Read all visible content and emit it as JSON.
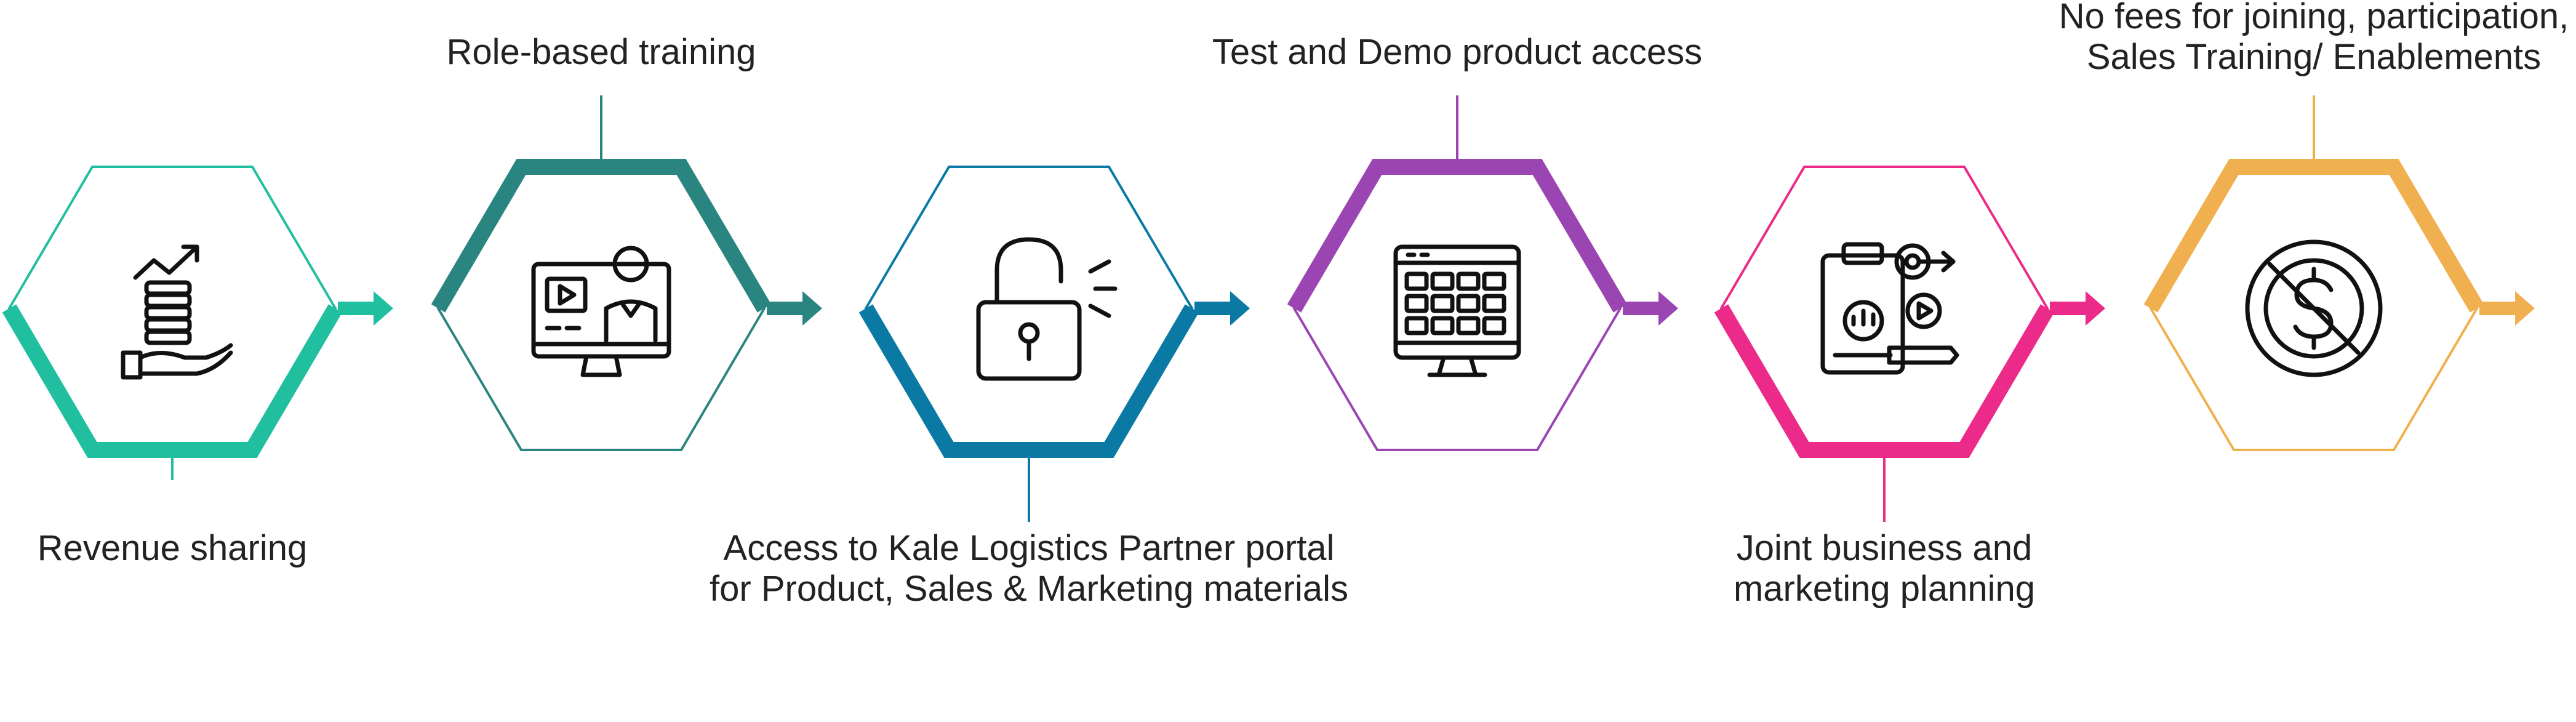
{
  "steps": [
    {
      "id": "revenue-sharing",
      "color": "#1fbf9f",
      "icon": "growth-coins-hand-icon",
      "label_lines": [
        "Revenue  sharing"
      ],
      "label_side": "bottom"
    },
    {
      "id": "role-based-training",
      "color": "#2a8580",
      "icon": "video-trainer-monitor-icon",
      "label_lines": [
        "Role-based training"
      ],
      "label_side": "top"
    },
    {
      "id": "partner-portal-access",
      "color": "#0a79a3",
      "icon": "unlocked-padlock-icon",
      "label_lines": [
        "Access to Kale Logistics Partner portal",
        "for Product, Sales & Marketing materials"
      ],
      "label_side": "bottom"
    },
    {
      "id": "test-demo-access",
      "color": "#9b45b2",
      "icon": "dashboard-monitor-icon",
      "label_lines": [
        "Test and Demo product access"
      ],
      "label_side": "top"
    },
    {
      "id": "joint-planning",
      "color": "#ec2a8a",
      "icon": "planning-clipboard-target-icon",
      "label_lines": [
        "Joint business and",
        "marketing planning"
      ],
      "label_side": "bottom"
    },
    {
      "id": "no-fees",
      "color": "#f0b050",
      "icon": "no-dollar-icon",
      "label_lines": [
        "No fees for joining, participation,",
        "Sales Training/ Enablements"
      ],
      "label_side": "top"
    }
  ]
}
